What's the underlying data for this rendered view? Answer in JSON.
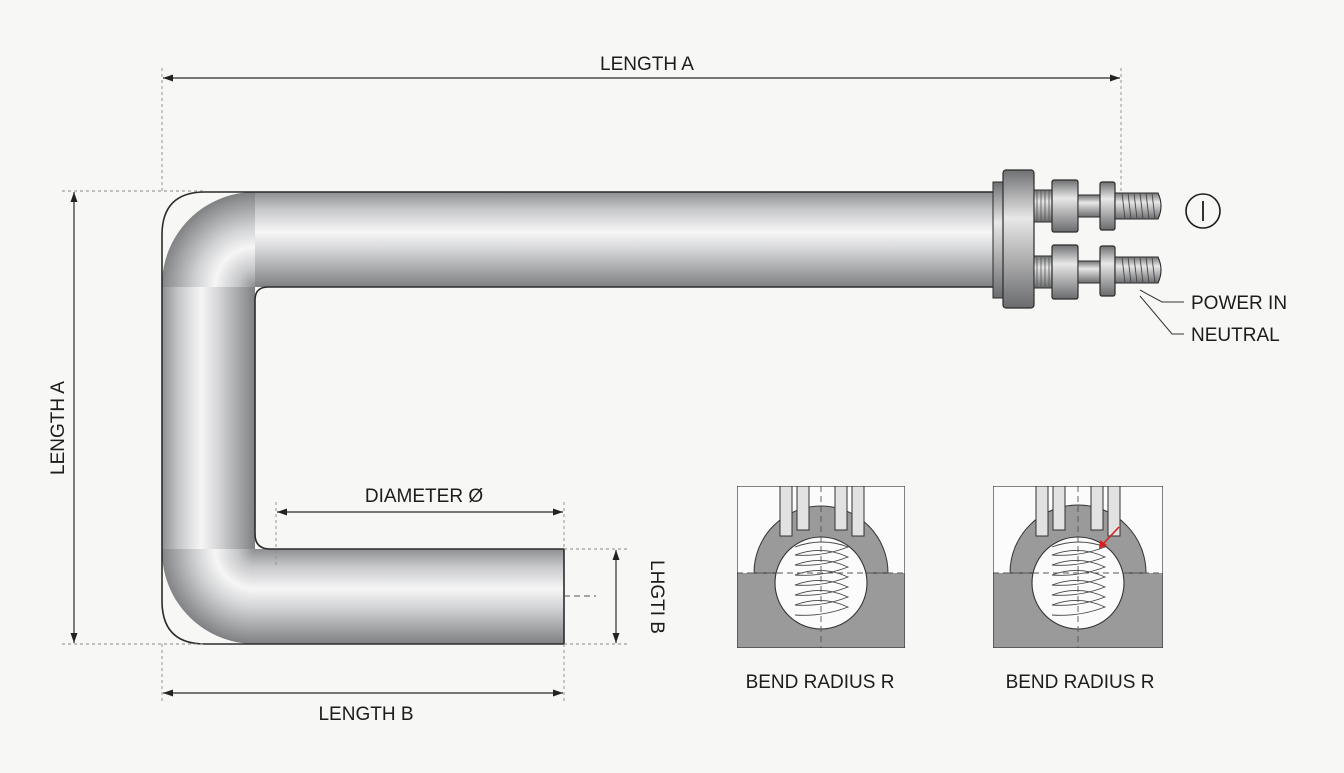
{
  "diagram": {
    "labels": {
      "length_a_top": "LENGTH A",
      "length_a_left": "LENGTH A",
      "length_b": "LENGTH B",
      "diameter": "DIAMETER Ø",
      "lhgti_b": "LHGTI B",
      "terminal_symbol": "I",
      "power_in": "POWER IN",
      "neutral": "NEUTRAL",
      "bend_radius_1": "BEND RADIUS R",
      "bend_radius_2": "BEND RADIUS R"
    },
    "colors": {
      "tube_dark": "#8f9092",
      "tube_light": "#f4f4f4",
      "section_fill": "#9a9a9a",
      "accent_red": "#d42020",
      "background": "#f7f7f6"
    }
  }
}
